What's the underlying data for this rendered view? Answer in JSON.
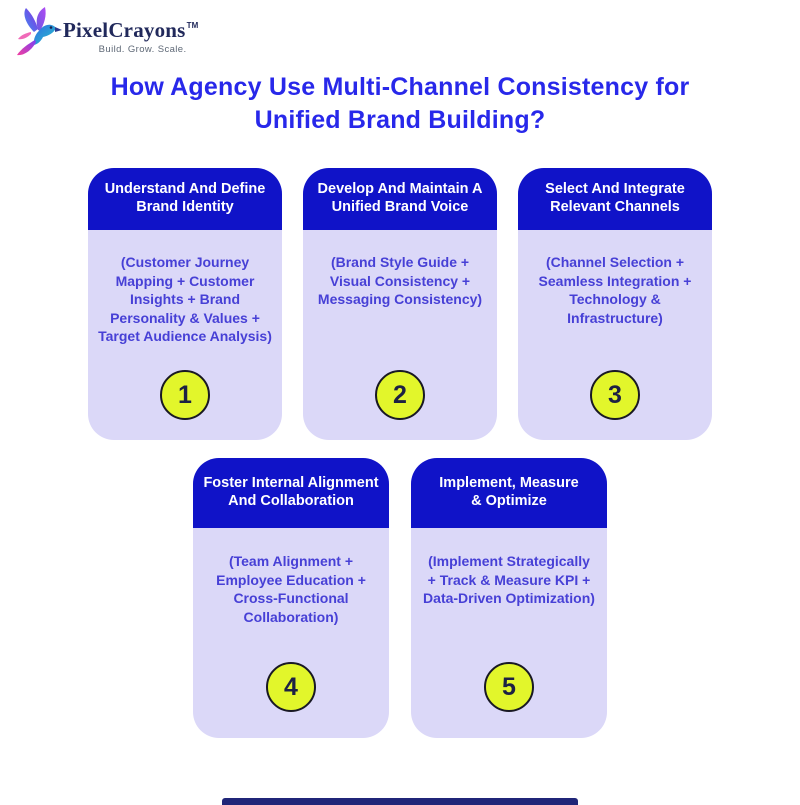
{
  "brand": {
    "name": "PixelCrayons",
    "trademark": "TM",
    "tagline": "Build. Grow. Scale."
  },
  "title": {
    "line1": "How Agency Use Multi-Channel Consistency for",
    "line2": "Unified Brand Building?"
  },
  "colors": {
    "title_blue": "#2828EA",
    "card_header_blue": "#1013C8",
    "card_body_lavender": "#DBD8F8",
    "card_text_blue": "#4740D6",
    "badge_yellow": "#E2F62B",
    "badge_text_navy": "#1D2144",
    "logo_navy": "#21295B",
    "footer_navy": "#202578"
  },
  "cards": [
    {
      "number": "1",
      "title": "Understand And Define Brand Identity",
      "body": "(Customer Journey Mapping + Customer Insights + Brand Personality & Values + Target Audience Analysis)"
    },
    {
      "number": "2",
      "title": "Develop And Maintain A Unified Brand Voice",
      "body": "(Brand Style Guide + Visual Consistency + Messaging Consistency)"
    },
    {
      "number": "3",
      "title": "Select And Integrate Relevant Channels",
      "body": "(Channel Selection + Seamless Integration + Technology & Infrastructure)"
    },
    {
      "number": "4",
      "title": "Foster Internal Alignment And Collaboration",
      "body": "(Team Alignment + Employee Education + Cross-Functional Collaboration)"
    },
    {
      "number": "5",
      "title": "Implement, Measure & Optimize",
      "body": "(Implement Strategically + Track & Measure KPI + Data-Driven Optimization)"
    }
  ]
}
